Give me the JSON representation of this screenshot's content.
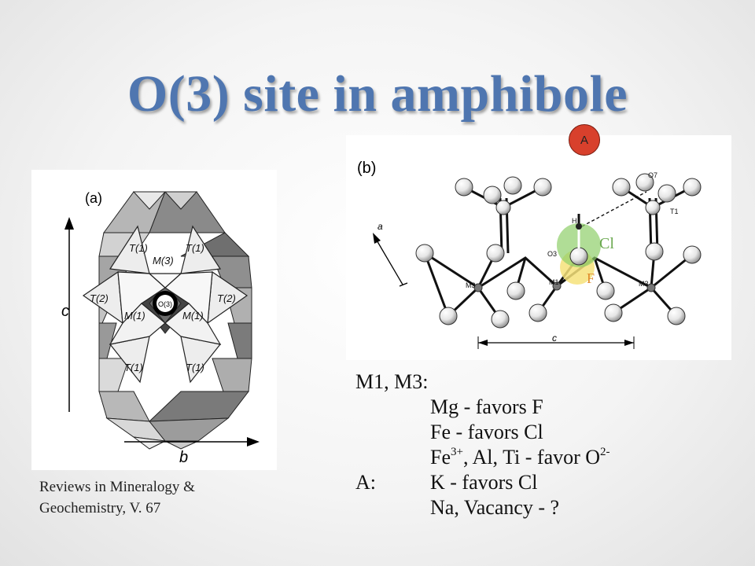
{
  "slide": {
    "title": "O(3) site in amphibole",
    "citation_line1": "Reviews in Mineralogy &",
    "citation_line2": "Geochemistry, V. 67",
    "badge_label": "A",
    "accent_color": "#4f76b0",
    "badge_color": "#d8402c"
  },
  "figure_a": {
    "panel_label": "(a)",
    "axis_c": "c",
    "axis_b": "b",
    "center_label": "O(3)",
    "t1_label": "T(1)",
    "t2_label": "T(2)",
    "m1_label": "M(1)",
    "m3_label": "M(3)"
  },
  "figure_b": {
    "panel_label": "(b)",
    "axis_a": "a",
    "axis_c": "c",
    "label_h": "H",
    "label_o3": "O3",
    "label_o7": "O7",
    "label_t1": "T1",
    "label_m1": "M1",
    "label_m3": "M3",
    "label_cl": "Cl",
    "label_f": "F",
    "cl_color": "#8fce6a",
    "f_color": "#f6e27a"
  },
  "rules": {
    "r1": {
      "label": "M1, M3:"
    },
    "r2": {
      "value": "Mg - favors F"
    },
    "r3": {
      "value": "Fe - favors Cl"
    },
    "r4": {
      "pre": "Fe",
      "sup1": "3+",
      "mid": ", Al, Ti - favor O",
      "sup2": "2-"
    },
    "r5": {
      "label": "A:",
      "value": "K - favors Cl"
    },
    "r6": {
      "value": "Na, Vacancy - ?"
    }
  }
}
